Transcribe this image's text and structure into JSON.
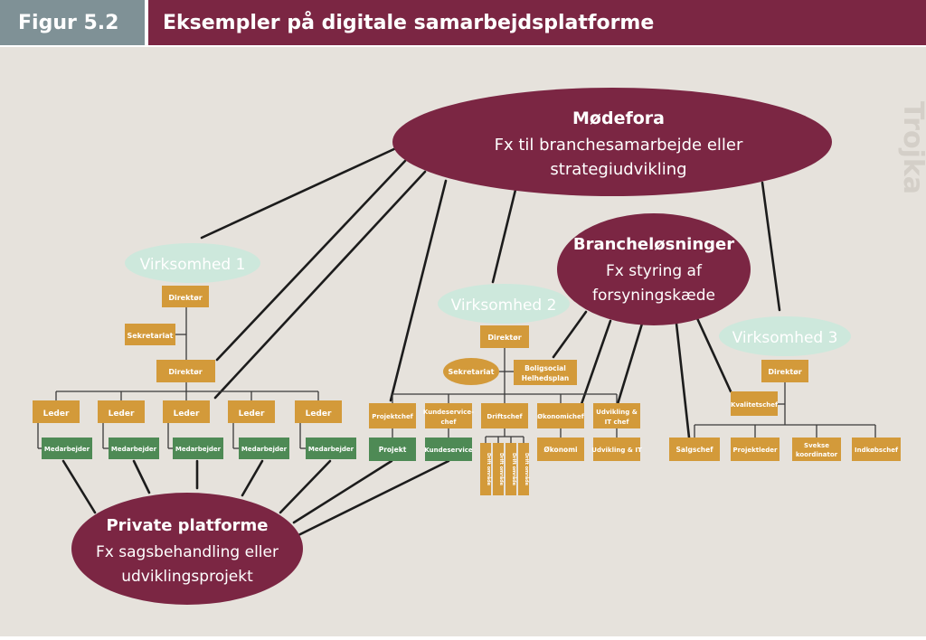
{
  "header": {
    "figure_label": "Figur 5.2",
    "title": "Eksempler på digitale samarbejdsplatforme"
  },
  "watermark": "Trojka",
  "colors": {
    "maroon": "#7b2643",
    "mint": "#cde8dc",
    "orange": "#d39a3a",
    "green": "#4e8a55",
    "gray_label": "#7f9196",
    "background": "#e6e2dc"
  },
  "platforms": {
    "modefora": {
      "title": "Mødefora",
      "line1": "Fx til branchesamarbejde eller",
      "line2": "strategiudvikling"
    },
    "branche": {
      "title": "Brancheløsninger",
      "line1": "Fx styring af",
      "line2": "forsyningskæde"
    },
    "private": {
      "title": "Private platforme",
      "line1": "Fx sagsbehandling eller",
      "line2": "udviklingsprojekt"
    }
  },
  "companies": {
    "v1": {
      "name": "Virksomhed 1",
      "director_top": "Direktør",
      "secretariat": "Sekretariat",
      "director_mid": "Direktør",
      "leaders": [
        "Leder",
        "Leder",
        "Leder",
        "Leder",
        "Leder"
      ],
      "employees": [
        "Medarbejder",
        "Medarbejder",
        "Medarbejder",
        "Medarbejder",
        "Medarbejder"
      ]
    },
    "v2": {
      "name": "Virksomhed 2",
      "director": "Direktør",
      "secretariat": "Sekretariat",
      "housing_line1": "Boligsocial",
      "housing_line2": "Helhedsplan",
      "managers": [
        {
          "line1": "Projektchef",
          "line2": ""
        },
        {
          "line1": "Kundeservice-",
          "line2": "chef"
        },
        {
          "line1": "Driftschef",
          "line2": ""
        },
        {
          "line1": "Økonomichef",
          "line2": ""
        },
        {
          "line1": "Udvikling &",
          "line2": "IT chef"
        }
      ],
      "units": [
        "Projekt",
        "Kundeservice",
        "",
        "Økonomi",
        "Udvikling & IT"
      ],
      "ops_units": [
        "Drift område",
        "Drift område",
        "Drift område",
        "Drift område"
      ]
    },
    "v3": {
      "name": "Virksomhed 3",
      "director": "Direktør",
      "quality": "Kvalitetschef",
      "staff": [
        {
          "line1": "Salgschef",
          "line2": ""
        },
        {
          "line1": "Projektleder",
          "line2": ""
        },
        {
          "line1": "Svekse",
          "line2": "koordinator"
        },
        {
          "line1": "Indkøbschef",
          "line2": ""
        }
      ]
    }
  }
}
